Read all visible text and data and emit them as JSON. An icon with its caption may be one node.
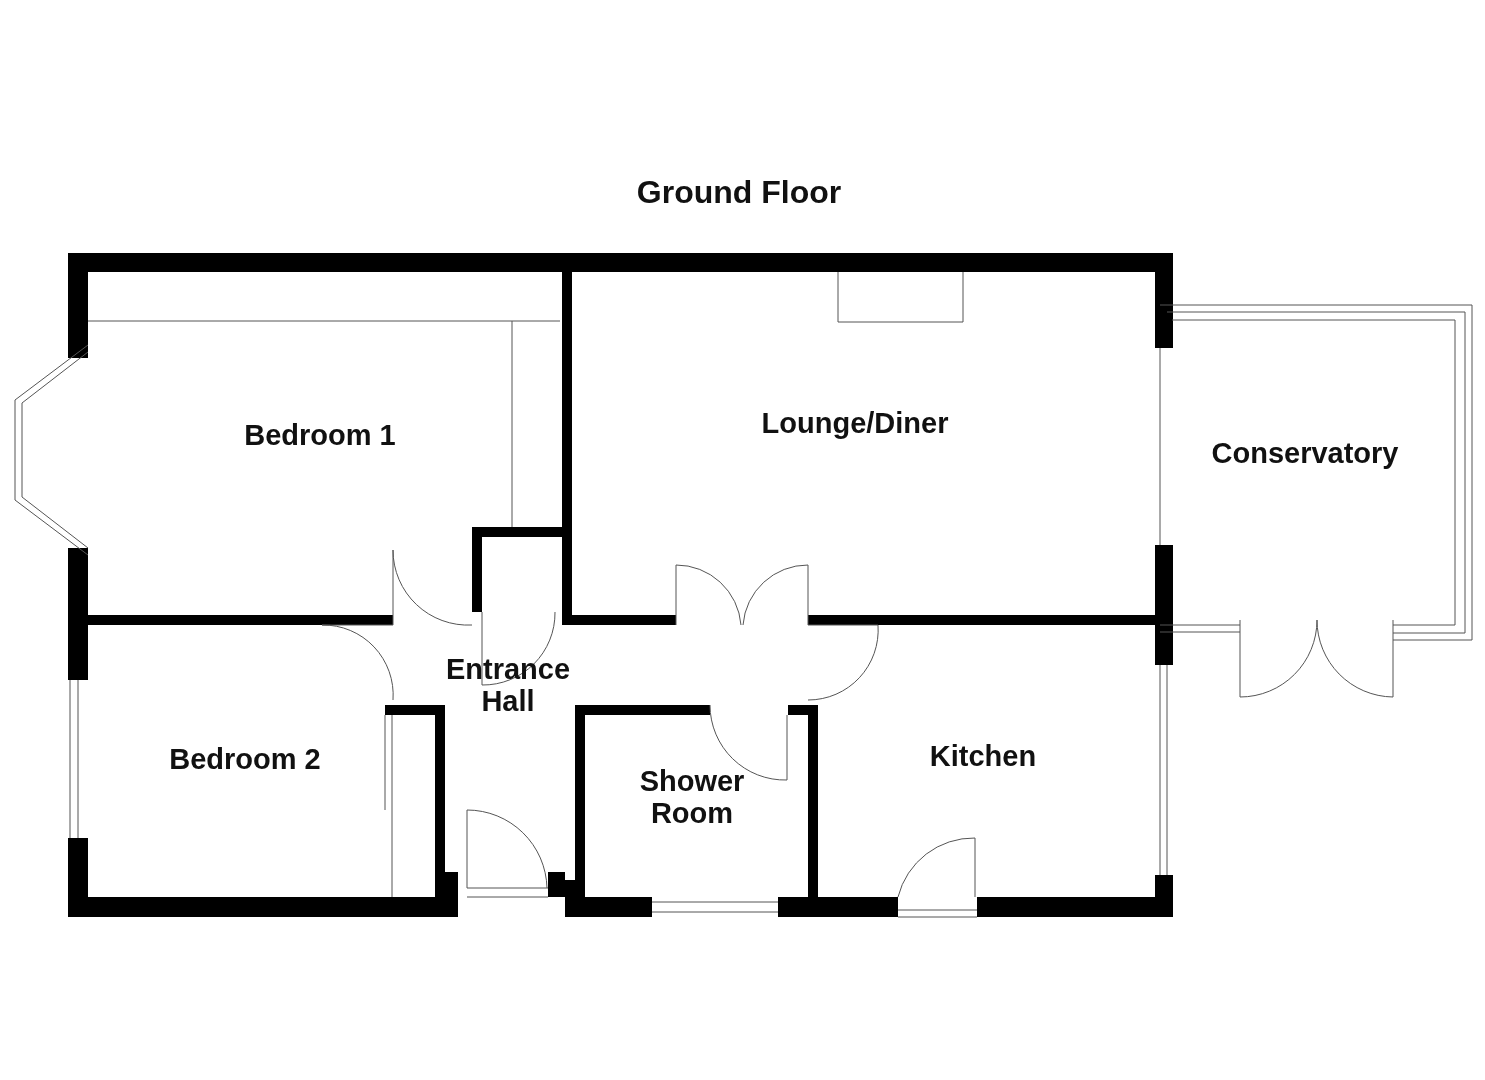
{
  "diagram": {
    "title": "Ground Floor",
    "nodes": [
      {
        "text": [
          "Bedroom 1"
        ]
      },
      {
        "text": [
          "Lounge/Diner"
        ]
      },
      {
        "text": [
          "Conservatory"
        ]
      },
      {
        "text": [
          "Entrance Hall"
        ]
      },
      {
        "text": [
          "Bedroom 2"
        ]
      },
      {
        "text": [
          "Shower Room"
        ]
      },
      {
        "text": [
          "Kitchen"
        ]
      }
    ]
  }
}
